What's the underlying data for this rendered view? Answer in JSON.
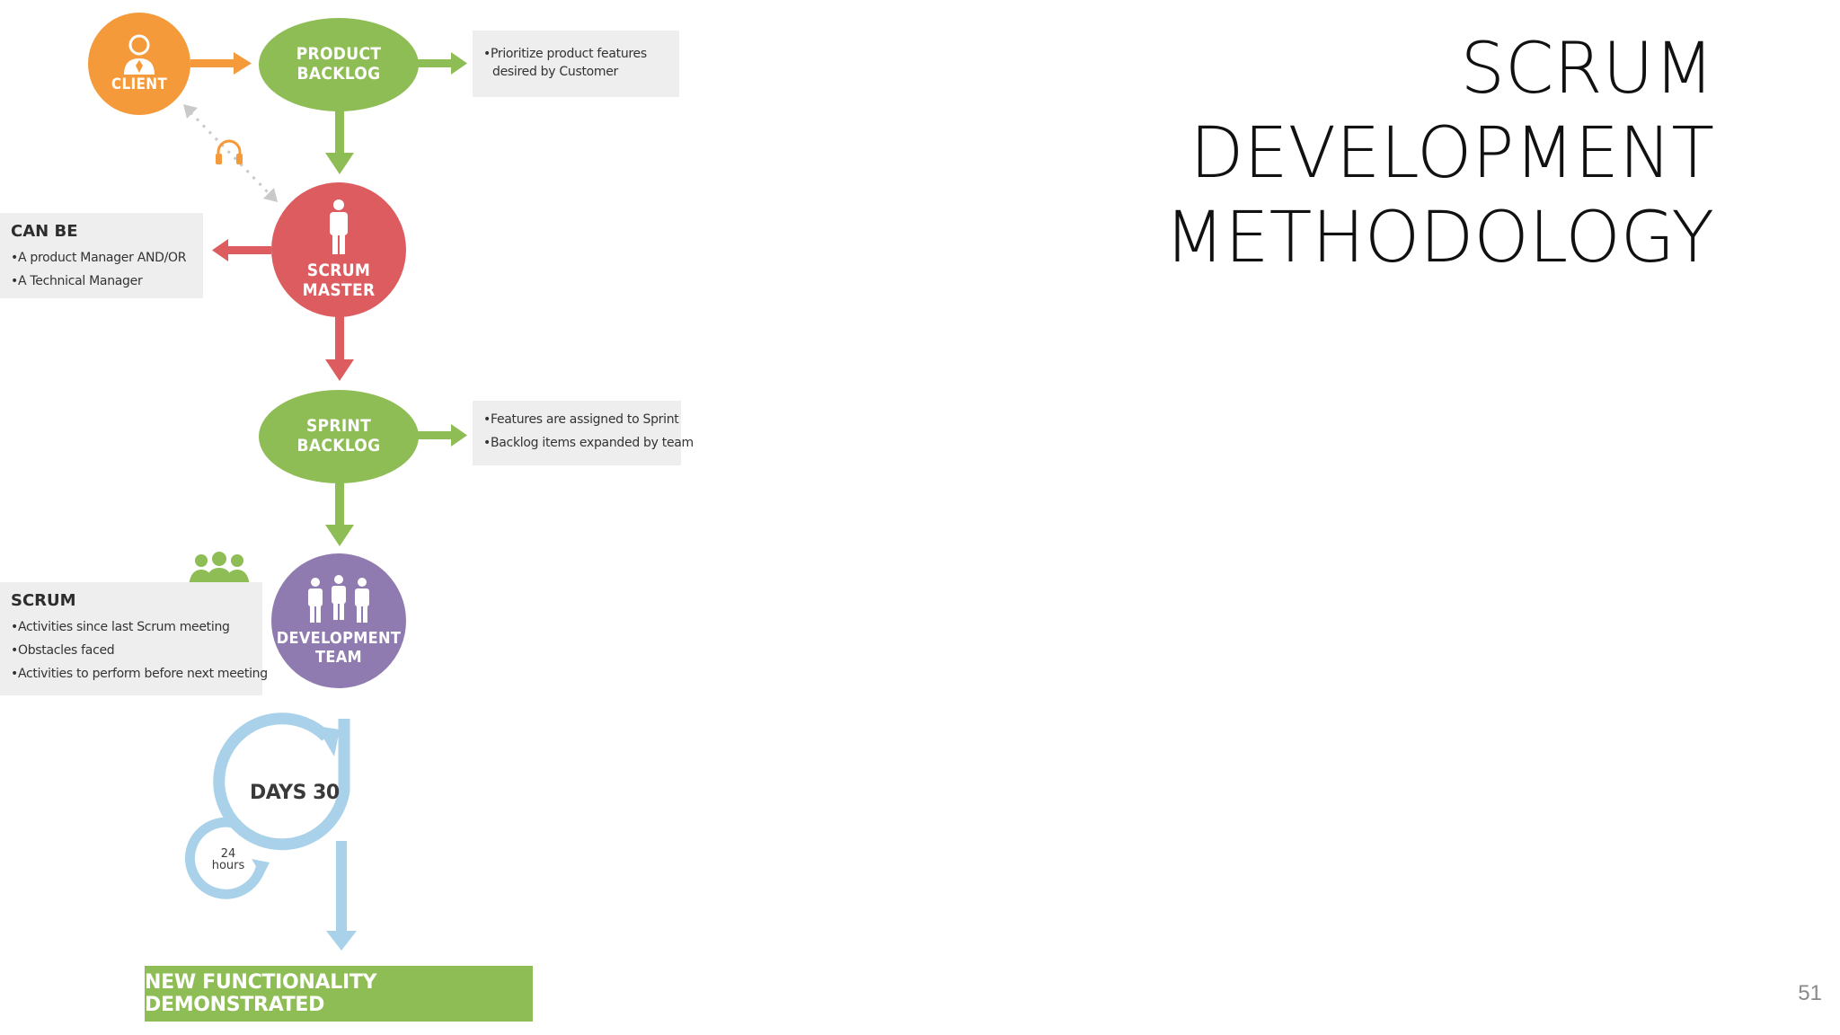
{
  "slide": {
    "title_lines": [
      "SCRUM",
      "DEVELOPMENT",
      "METHODOLOGY"
    ],
    "page_number": "51"
  },
  "diagram": {
    "client": {
      "label": "CLIENT",
      "icon": "person-tie-icon",
      "color": "#f49a3a"
    },
    "product_backlog": {
      "label_lines": [
        "PRODUCT",
        "BACKLOG"
      ],
      "color": "#8fbd55",
      "note_lines": [
        "Prioritize product features",
        "desired by Customer"
      ]
    },
    "headset_icon": "headset-icon",
    "scrum_master": {
      "label_lines": [
        "SCRUM",
        "MASTER"
      ],
      "color": "#dc5c5f",
      "icon": "person-icon"
    },
    "can_be": {
      "heading": "CAN BE",
      "items": [
        "A product Manager AND/OR",
        "A Technical Manager"
      ]
    },
    "sprint_backlog": {
      "label_lines": [
        "SPRINT",
        "BACKLOG"
      ],
      "color": "#8fbd55",
      "note_items": [
        "Features are assigned to Sprint",
        "Backlog items expanded by team"
      ]
    },
    "development_team": {
      "label_lines": [
        "DEVELOPMENT",
        "TEAM"
      ],
      "color": "#8f7bb0",
      "icon": "team-icon"
    },
    "scrum_meeting": {
      "heading": "SCRUM",
      "icon": "group-icon",
      "items": [
        "Activities since last Scrum meeting",
        "Obstacles faced",
        "Activities to perform before next meeting"
      ]
    },
    "cycle": {
      "days_label": "DAYS 30",
      "hours_value": "24",
      "hours_unit": "hours",
      "color": "#a9d2ea"
    },
    "final": {
      "label": "NEW FUNCTIONALITY DEMONSTRATED",
      "color": "#8fbd55"
    }
  }
}
